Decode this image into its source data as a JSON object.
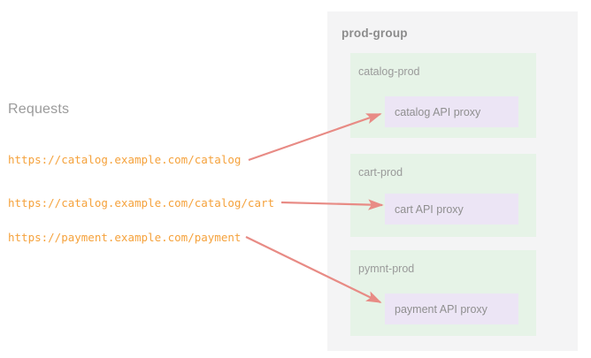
{
  "diagram": {
    "left_column": {
      "heading": "Requests",
      "urls": [
        "https://catalog.example.com/catalog",
        "https://catalog.example.com/catalog/cart",
        "https://payment.example.com/payment"
      ]
    },
    "group": {
      "title": "prod-group",
      "environments": [
        {
          "name": "catalog-prod",
          "proxy": "catalog API proxy"
        },
        {
          "name": "cart-prod",
          "proxy": "cart API proxy"
        },
        {
          "name": "pymnt-prod",
          "proxy": "payment API proxy"
        }
      ]
    },
    "arrows": [
      {
        "from_url": "https://catalog.example.com/catalog",
        "to_proxy": "catalog API proxy"
      },
      {
        "from_url": "https://catalog.example.com/catalog/cart",
        "to_proxy": "cart API proxy"
      },
      {
        "from_url": "https://payment.example.com/payment",
        "to_proxy": "payment API proxy"
      }
    ],
    "colors": {
      "panel_background": "#f4f4f5",
      "environment_background": "#e6f3e7",
      "proxy_background": "#ece5f5",
      "url_text": "#f5a23c",
      "label_text": "#9a9a9a",
      "arrow": "#e88b85",
      "page_background": "#ffffff"
    }
  }
}
